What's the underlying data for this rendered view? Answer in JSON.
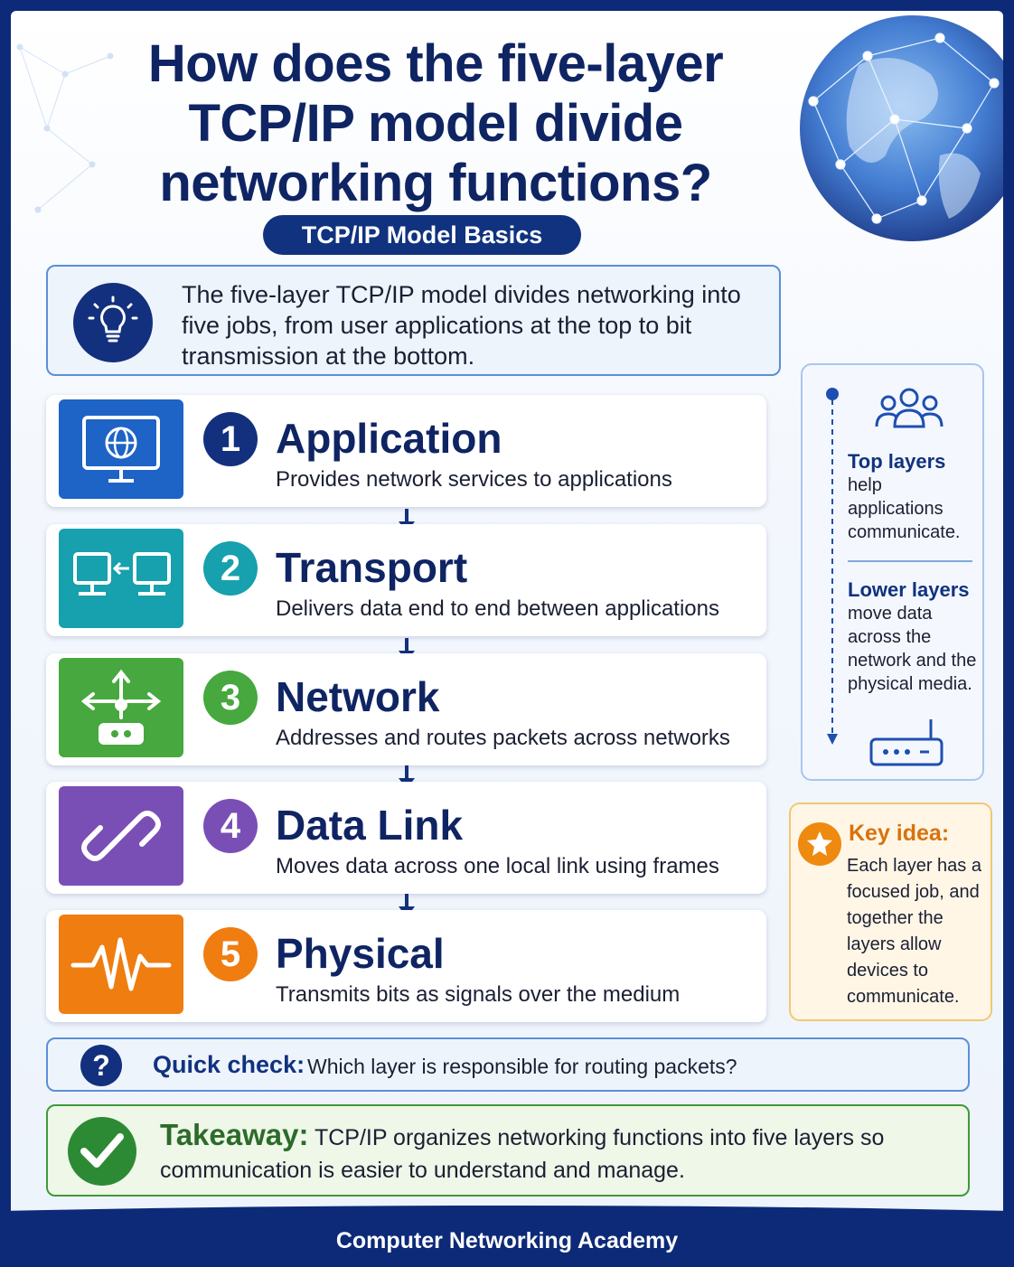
{
  "title": "How does the five-layer TCP/IP model divide networking functions?",
  "subtitle_pill": "TCP/IP Model Basics",
  "intro": "The five-layer TCP/IP model divides networking into five jobs, from user applications at the top to bit transmission at the bottom.",
  "layers": [
    {
      "number": "1",
      "name": "Application",
      "desc": "Provides network services to applications",
      "color": "#1e63c6",
      "icon": "monitor-globe-icon"
    },
    {
      "number": "2",
      "name": "Transport",
      "desc": "Delivers data end to end between applications",
      "color": "#17a0ad",
      "icon": "computers-exchange-icon"
    },
    {
      "number": "3",
      "name": "Network",
      "desc": "Addresses and routes packets across networks",
      "color": "#46a83e",
      "icon": "router-arrows-icon"
    },
    {
      "number": "4",
      "name": "Data Link",
      "desc": "Moves data across one local link using frames",
      "color": "#7a4fb5",
      "icon": "chain-link-icon"
    },
    {
      "number": "5",
      "name": "Physical",
      "desc": "Transmits bits as signals over the medium",
      "color": "#ef7d10",
      "icon": "signal-wave-icon"
    }
  ],
  "side_panel": {
    "top_label": "Top layers",
    "top_text": "help applications communicate.",
    "lower_label": "Lower layers",
    "lower_text": "move data across the network and the physical media."
  },
  "key_idea": {
    "label": "Key idea:",
    "text": "Each layer has a focused job, and together the layers allow devices to communicate."
  },
  "quick_check": {
    "label": "Quick check:",
    "text": "Which layer is responsible for routing packets?"
  },
  "takeaway": {
    "label": "Takeaway:",
    "text": "TCP/IP organizes networking functions into five layers so communication is easier to understand and manage."
  },
  "footer": "Computer Networking Academy"
}
